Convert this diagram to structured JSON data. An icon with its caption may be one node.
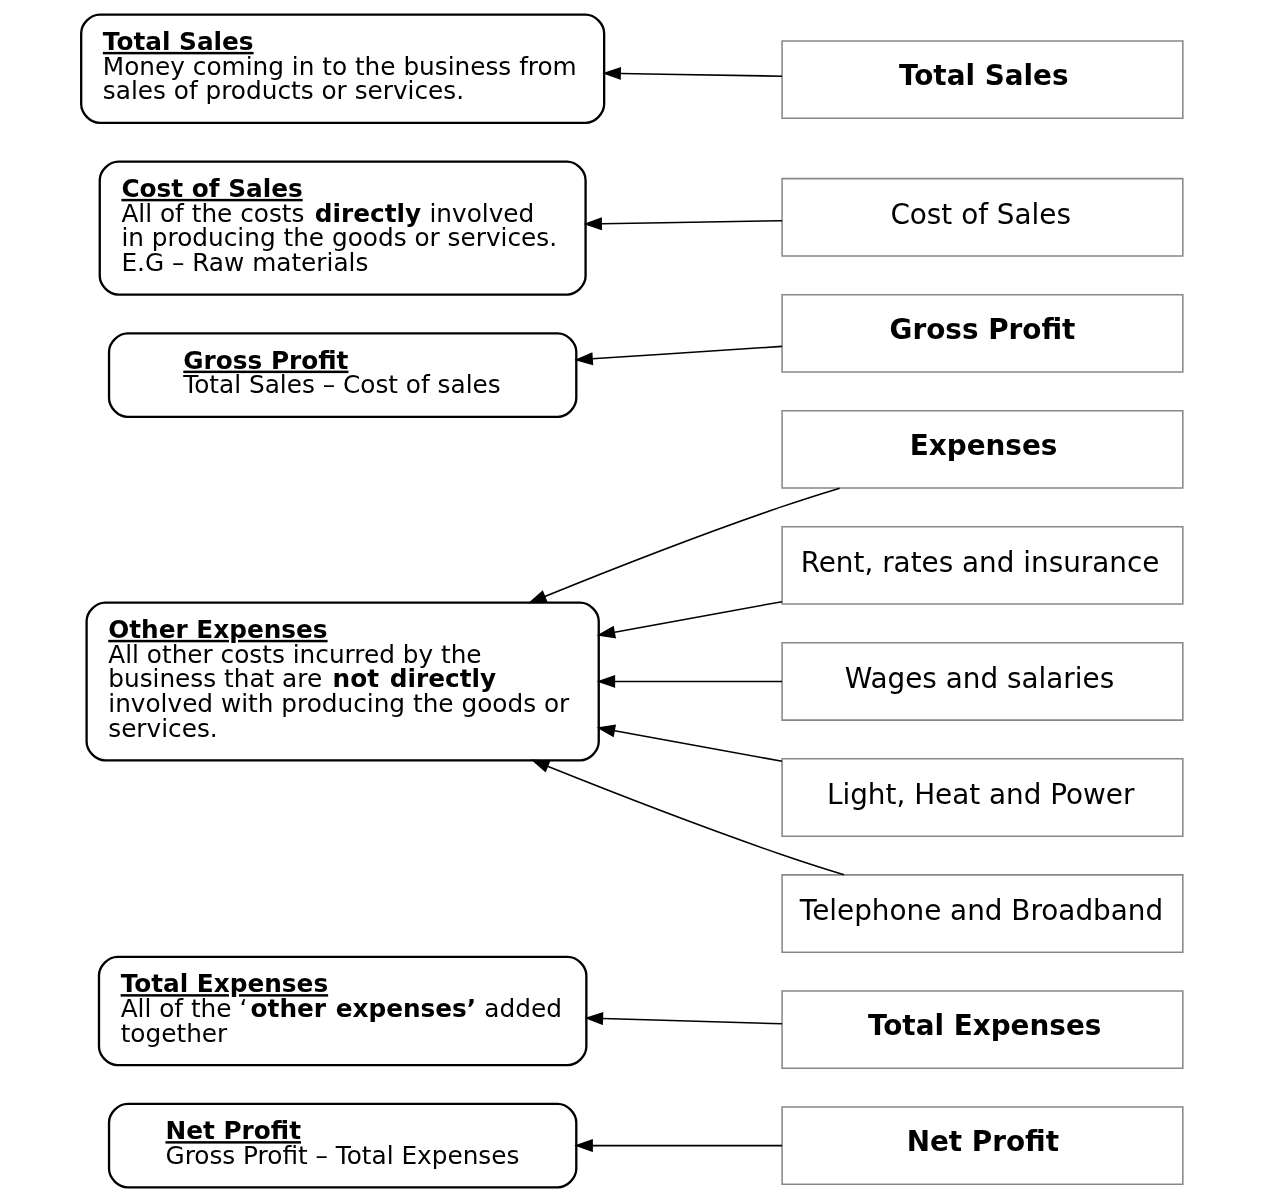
{
  "diagram": {
    "nodes": [
      {
        "text": [
          "Total Sales",
          "Money coming in to the business from sales of products or services."
        ]
      },
      {
        "text": [
          "Cost of Sales",
          "All of the costs **directly** involved in producing the goods or services. E.G – Raw materials"
        ]
      },
      {
        "text": [
          "Gross Profit",
          "Total Sales – Cost of sales"
        ]
      },
      {
        "text": [
          "Other Expenses",
          "All other costs incurred by the business that are **not directly** involved with producing the goods or services."
        ]
      },
      {
        "text": [
          "Total Expenses",
          "All of the ‘**other expenses’** added together"
        ]
      },
      {
        "text": [
          "Net Profit",
          "Gross Profit – Total Expenses"
        ]
      },
      {
        "text": [
          "Total Sales"
        ]
      },
      {
        "text": [
          "Cost of Sales"
        ]
      },
      {
        "text": [
          "Gross Profit"
        ]
      },
      {
        "text": [
          "Expenses"
        ]
      },
      {
        "text": [
          "Rent, rates and insurance"
        ]
      },
      {
        "text": [
          "Wages and salaries"
        ]
      },
      {
        "text": [
          "Light, Heat and Power"
        ]
      },
      {
        "text": [
          "Telephone and Broadband"
        ]
      },
      {
        "text": [
          "Total Expenses"
        ]
      },
      {
        "text": [
          "Net Profit"
        ]
      }
    ],
    "edges": [
      {
        "from": 6,
        "to": 0,
        "arrow": "to"
      },
      {
        "from": 7,
        "to": 1,
        "arrow": "to"
      },
      {
        "from": 8,
        "to": 2,
        "arrow": "to"
      },
      {
        "from": 9,
        "to": 3,
        "arrow": "to"
      },
      {
        "from": 10,
        "to": 3,
        "arrow": "to"
      },
      {
        "from": 11,
        "to": 3,
        "arrow": "to"
      },
      {
        "from": 12,
        "to": 3,
        "arrow": "to"
      },
      {
        "from": 13,
        "to": 3,
        "arrow": "to"
      },
      {
        "from": 14,
        "to": 4,
        "arrow": "to"
      },
      {
        "from": 15,
        "to": 5,
        "arrow": "to"
      }
    ]
  }
}
